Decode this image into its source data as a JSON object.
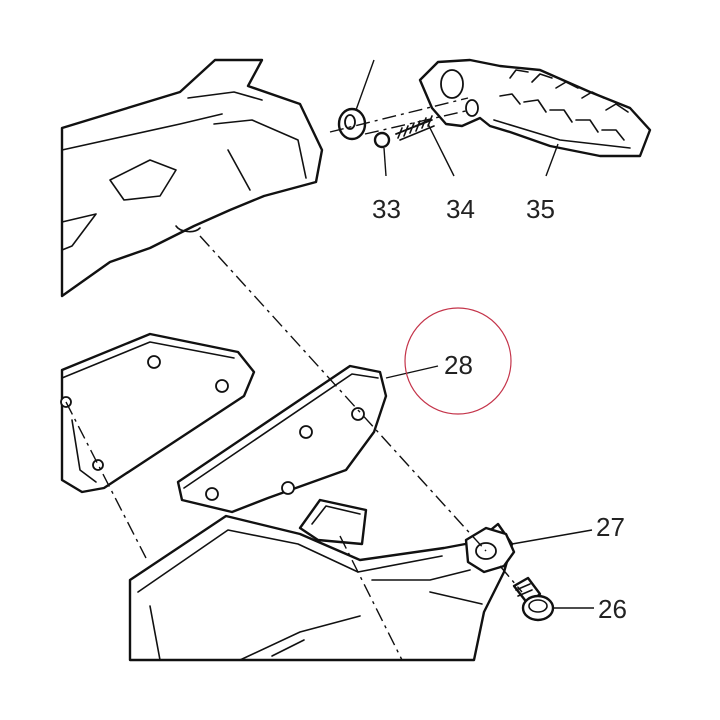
{
  "diagram": {
    "callouts": {
      "c26": "26",
      "c27": "27",
      "c28": "28",
      "c33": "33",
      "c34": "34",
      "c35": "35"
    },
    "colors": {
      "line": "#111111",
      "text": "#222222",
      "highlight_ring": "#c4344a",
      "background": "#ffffff"
    }
  }
}
